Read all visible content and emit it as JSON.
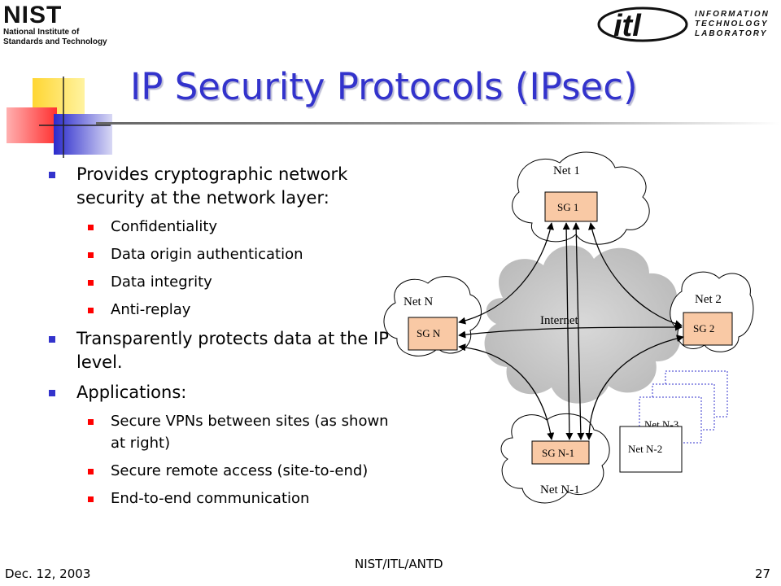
{
  "logos": {
    "nist_word": "NIST",
    "nist_sub_line1": "National Institute of",
    "nist_sub_line2": "Standards and Technology",
    "itl_mark": "itl",
    "itl_line1": "INFORMATION",
    "itl_line2": "TECHNOLOGY",
    "itl_line3": "LABORATORY"
  },
  "slide": {
    "title": "IP Security Protocols (IPsec)"
  },
  "bullets": [
    {
      "text": "Provides cryptographic network security at the network layer:",
      "sub": [
        "Confidentiality",
        "Data origin authentication",
        "Data integrity",
        "Anti-replay"
      ]
    },
    {
      "text": "Transparently protects data at the IP level.",
      "sub": []
    },
    {
      "text": "Applications:",
      "sub": [
        "Secure VPNs between sites (as shown at right)",
        "Secure remote access (site-to-end)",
        "End-to-end communication"
      ]
    }
  ],
  "diagram": {
    "internet_label": "Internet",
    "nets": [
      {
        "name": "Net 1",
        "gateway": "SG 1"
      },
      {
        "name": "Net 2",
        "gateway": "SG 2"
      },
      {
        "name": "Net N",
        "gateway": "SG N"
      },
      {
        "name": "Net N-1",
        "gateway": "SG N-1"
      }
    ],
    "stacked_boxes": [
      "Net N-2",
      "Net N-3"
    ]
  },
  "footer": {
    "date": "Dec. 12, 2003",
    "center": "NIST/ITL/ANTD",
    "page": "27"
  },
  "colors": {
    "title": "#3333cc",
    "bullet_l1": "#3333cc",
    "bullet_l2": "#ff0000",
    "gateway_fill": "#f9c9a5",
    "internet_cloud": "#c8c8c8"
  }
}
